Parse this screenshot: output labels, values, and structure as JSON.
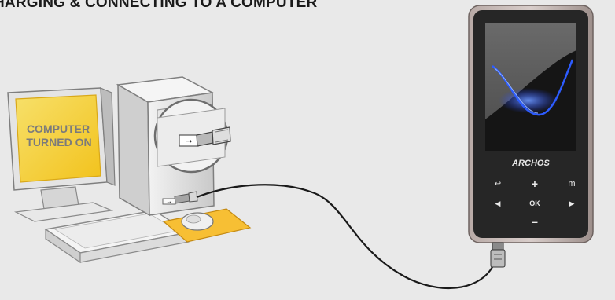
{
  "heading": "HARGING & CONNECTING TO A COMPUTER",
  "monitor": {
    "line1": "COMPUTER",
    "line2": "TURNED ON"
  },
  "player": {
    "brand": "ARCHOS",
    "buttons": {
      "plus": "+",
      "menu": "m",
      "ok": "OK",
      "minus": "–",
      "back": "↩",
      "left": "◀",
      "right": "▶"
    }
  },
  "colors": {
    "background": "#e9e9e9",
    "screen": "#f4d13a",
    "mousepad": "#f5b82e",
    "player_body": "#2a2a2a",
    "player_accent": "#2f5cff"
  },
  "icons": [
    "usb-icon",
    "usb-plug-icon",
    "archos-player",
    "mouse",
    "keyboard",
    "monitor",
    "pc-tower"
  ]
}
